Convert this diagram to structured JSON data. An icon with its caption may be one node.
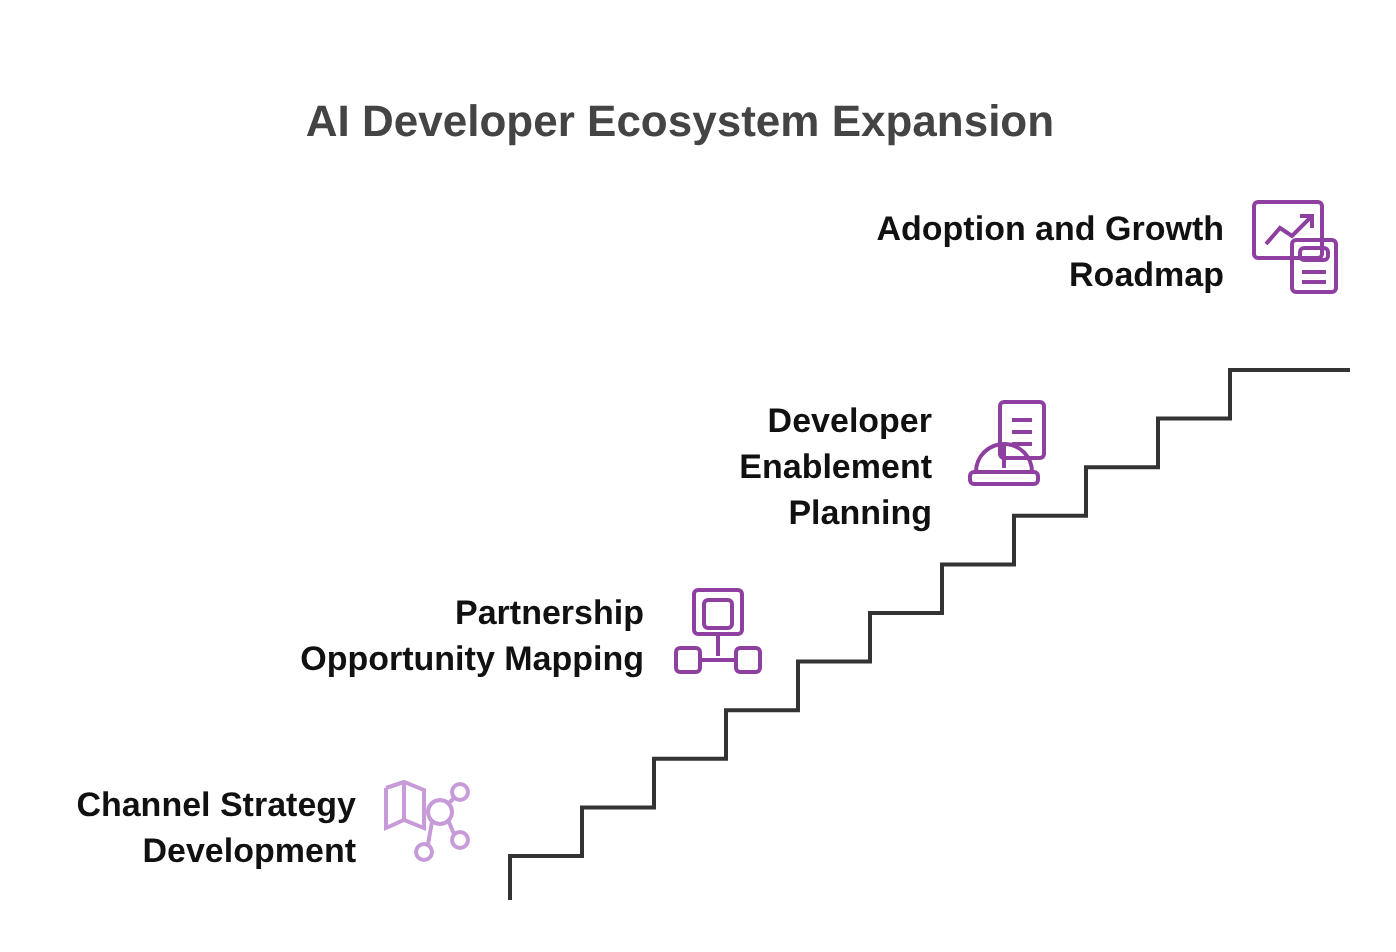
{
  "diagram": {
    "title": "AI Developer Ecosystem Expansion",
    "labels": [
      "Adoption and Growth Roadmap",
      "Developer Enablement Planning",
      "Partnership Opportunity Mapping",
      "Channel Strategy Development"
    ]
  }
}
